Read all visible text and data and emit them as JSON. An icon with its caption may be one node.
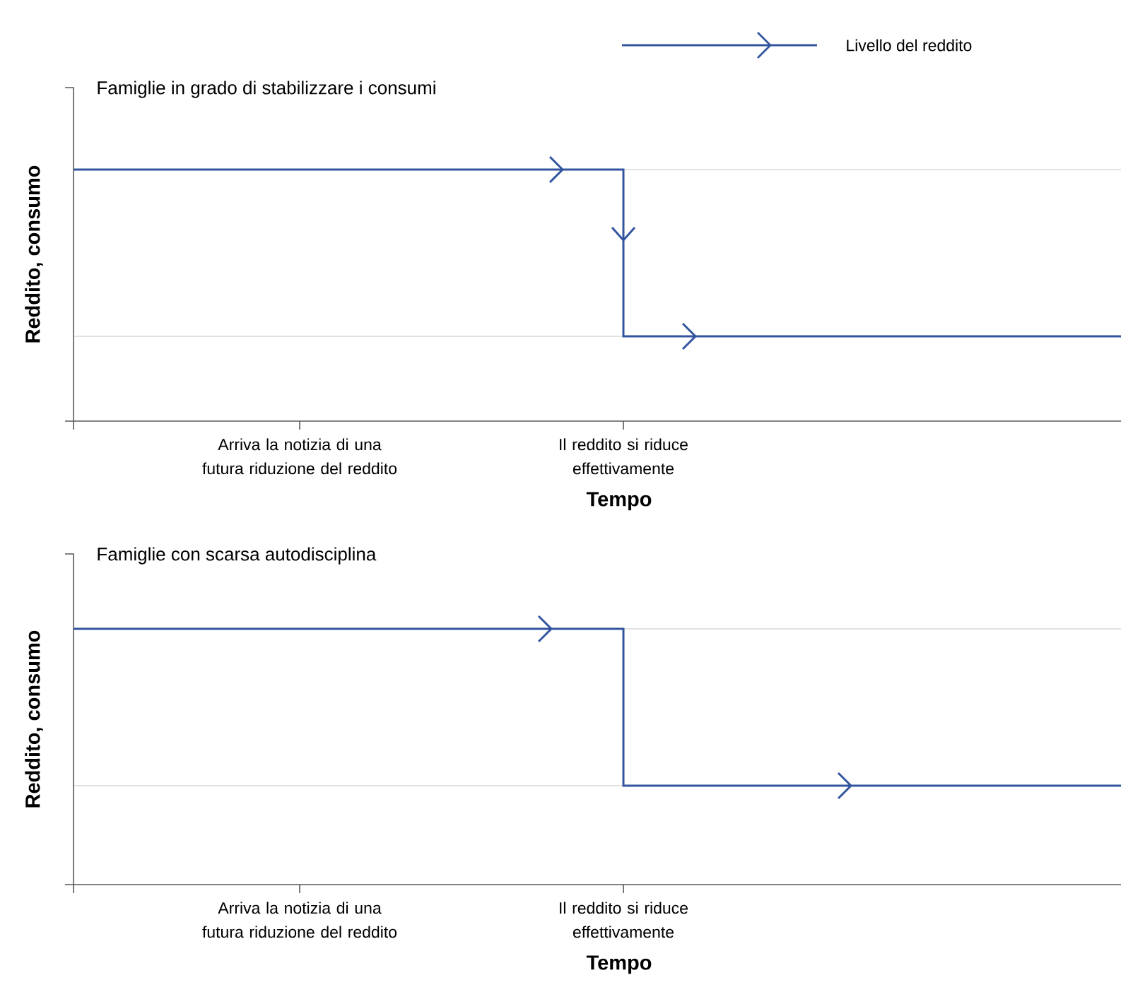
{
  "diagram": {
    "labels": [
      "Famiglie in grado di stabilizzare i consumi",
      "Reddito, consumo",
      "Arriva la notizia di una futura riduzione del reddito",
      "Il reddito si riduce effettivamente",
      "Tempo",
      "Famiglie con scarsa autodisciplina",
      "Reddito, consumo",
      "Arriva la notizia di una futura riduzione del reddito",
      "Il reddito si riduce effettivamente",
      "Tempo"
    ],
    "legend": [
      {
        "text": "Livello del reddito"
      }
    ]
  }
}
